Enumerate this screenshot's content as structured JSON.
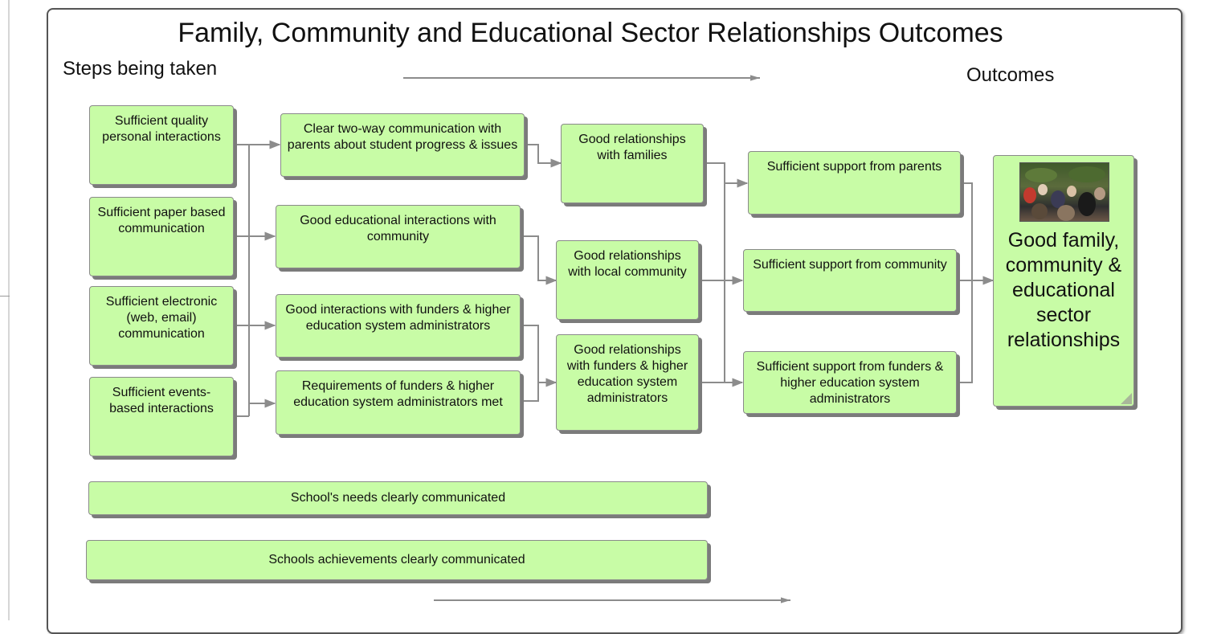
{
  "title": "Family, Community and Educational Sector Relationships Outcomes",
  "header": {
    "steps_label": "Steps being taken",
    "outcomes_label": "Outcomes"
  },
  "steps": [
    "Sufficient quality personal interactions",
    "Sufficient paper based communication",
    "Sufficient electronic (web, email) communication",
    "Sufficient events-based interactions"
  ],
  "actions": [
    "Clear two-way communication with parents about student progress & issues",
    "Good educational interactions with community",
    "Good interactions with funders & higher education system administrators",
    "Requirements of funders & higher education system administrators met"
  ],
  "relationships": [
    "Good relationships with families",
    "Good relationships with local community",
    "Good relationships with funders & higher education system administrators"
  ],
  "supports": [
    "Sufficient support from parents",
    "Sufficient support from community",
    "Sufficient support from funders & higher education system administrators"
  ],
  "final_outcome": "Good family, community & educational sector relationships",
  "bottom_boxes": [
    "School's needs clearly communicated",
    "Schools achievements clearly communicated"
  ],
  "colors": {
    "box_fill": "#c8fca6",
    "box_border": "#8a8a8a",
    "arrow": "#8c8c8c"
  },
  "icons": {
    "final_image": "crowd-photo"
  }
}
